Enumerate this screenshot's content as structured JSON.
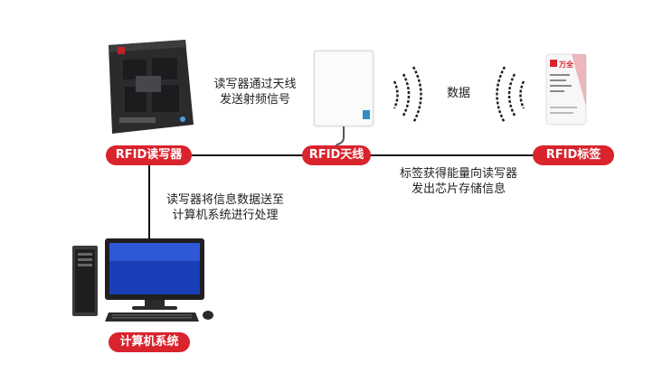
{
  "nodes": {
    "reader": {
      "label": "RFID读写器"
    },
    "antenna": {
      "label": "RFID天线"
    },
    "tag": {
      "label": "RFID标签",
      "logo_text": "万全"
    },
    "computer": {
      "label": "计算机系统"
    }
  },
  "captions": {
    "reader_to_antenna": [
      "读写器通过天线",
      "发送射频信号"
    ],
    "data_wave": "数据",
    "tag_to_reader": [
      "标签获得能量向读写器",
      "发出芯片存储信息"
    ],
    "reader_to_computer": [
      "读写器将信息数据送至",
      "计算机系统进行处理"
    ]
  },
  "colors": {
    "pill": "#d9232d",
    "line": "#111111"
  }
}
